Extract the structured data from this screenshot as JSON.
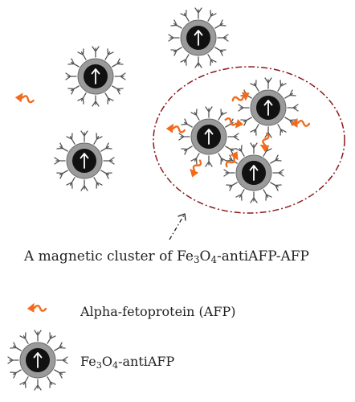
{
  "cluster_caption": {
    "prefix": "A magnetic cluster of Fe",
    "sub1": "3",
    "mid": "O",
    "sub2": "4",
    "suffix": "-antiAFP-AFP"
  },
  "legend": {
    "afp_label": "Alpha-fetoprotein (AFP)",
    "nanoparticle": {
      "prefix": "Fe",
      "sub1": "3",
      "mid": "O",
      "sub2": "4",
      "suffix": "-antiAFP"
    }
  },
  "colors": {
    "afp_orange": "#f26b1d",
    "cluster_outline": "#8b1a1a",
    "particle_shell": "#9a9a9a",
    "particle_core": "#111111",
    "antibody": "#555555"
  },
  "icons": {
    "magnetic_moment": "up-arrow",
    "afp": "orange-protein-glyph"
  }
}
